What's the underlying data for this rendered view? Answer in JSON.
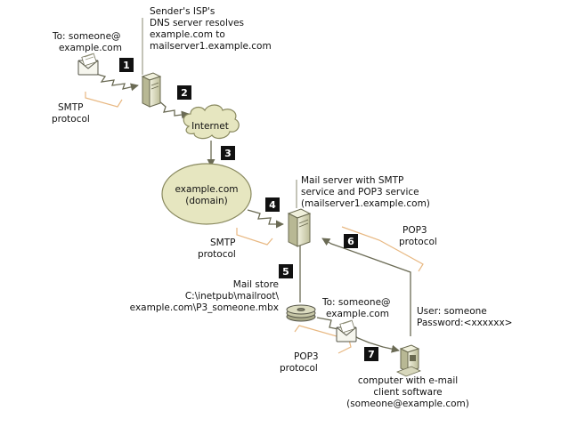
{
  "labels": {
    "sender_to_line1": "To: someone@",
    "sender_to_line2": "example.com",
    "isp_dns_line1": "Sender's ISP's",
    "isp_dns_line2": "DNS server resolves",
    "isp_dns_line3": "example.com to",
    "isp_dns_line4": "mailserver1.example.com",
    "smtp1_line1": "SMTP",
    "smtp1_line2": "protocol",
    "internet": "Internet",
    "domain_line1": "example.com",
    "domain_line2": "(domain)",
    "mailserver_line1": "Mail server with SMTP",
    "mailserver_line2": "service and POP3 service",
    "mailserver_line3": "(mailserver1.example.com)",
    "smtp2_line1": "SMTP",
    "smtp2_line2": "protocol",
    "pop3_top_line1": "POP3",
    "pop3_top_line2": "protocol",
    "mailstore_line1": "Mail store",
    "mailstore_line2": "C:\\inetpub\\mailroot\\",
    "mailstore_line3": "example.com\\P3_someone.mbx",
    "recipient_to_line1": "To: someone@",
    "recipient_to_line2": "example.com",
    "user_line1": "User: someone",
    "user_line2": "Password:<xxxxxx>",
    "pop3_bottom_line1": "POP3",
    "pop3_bottom_line2": "protocol",
    "client_line1": "computer with e-mail",
    "client_line2": "client software",
    "client_line3": "(someone@example.com)"
  },
  "steps": [
    "1",
    "2",
    "3",
    "4",
    "5",
    "6",
    "7"
  ],
  "colors": {
    "line": "#6b6b55",
    "protocol_bracket": "#e8b882",
    "cloud_fill": "#e6e6c0",
    "cloud_stroke": "#8a8a60",
    "badge": "#111111",
    "server_fill": "#d8d8b8",
    "server_stroke": "#6a6a50"
  }
}
